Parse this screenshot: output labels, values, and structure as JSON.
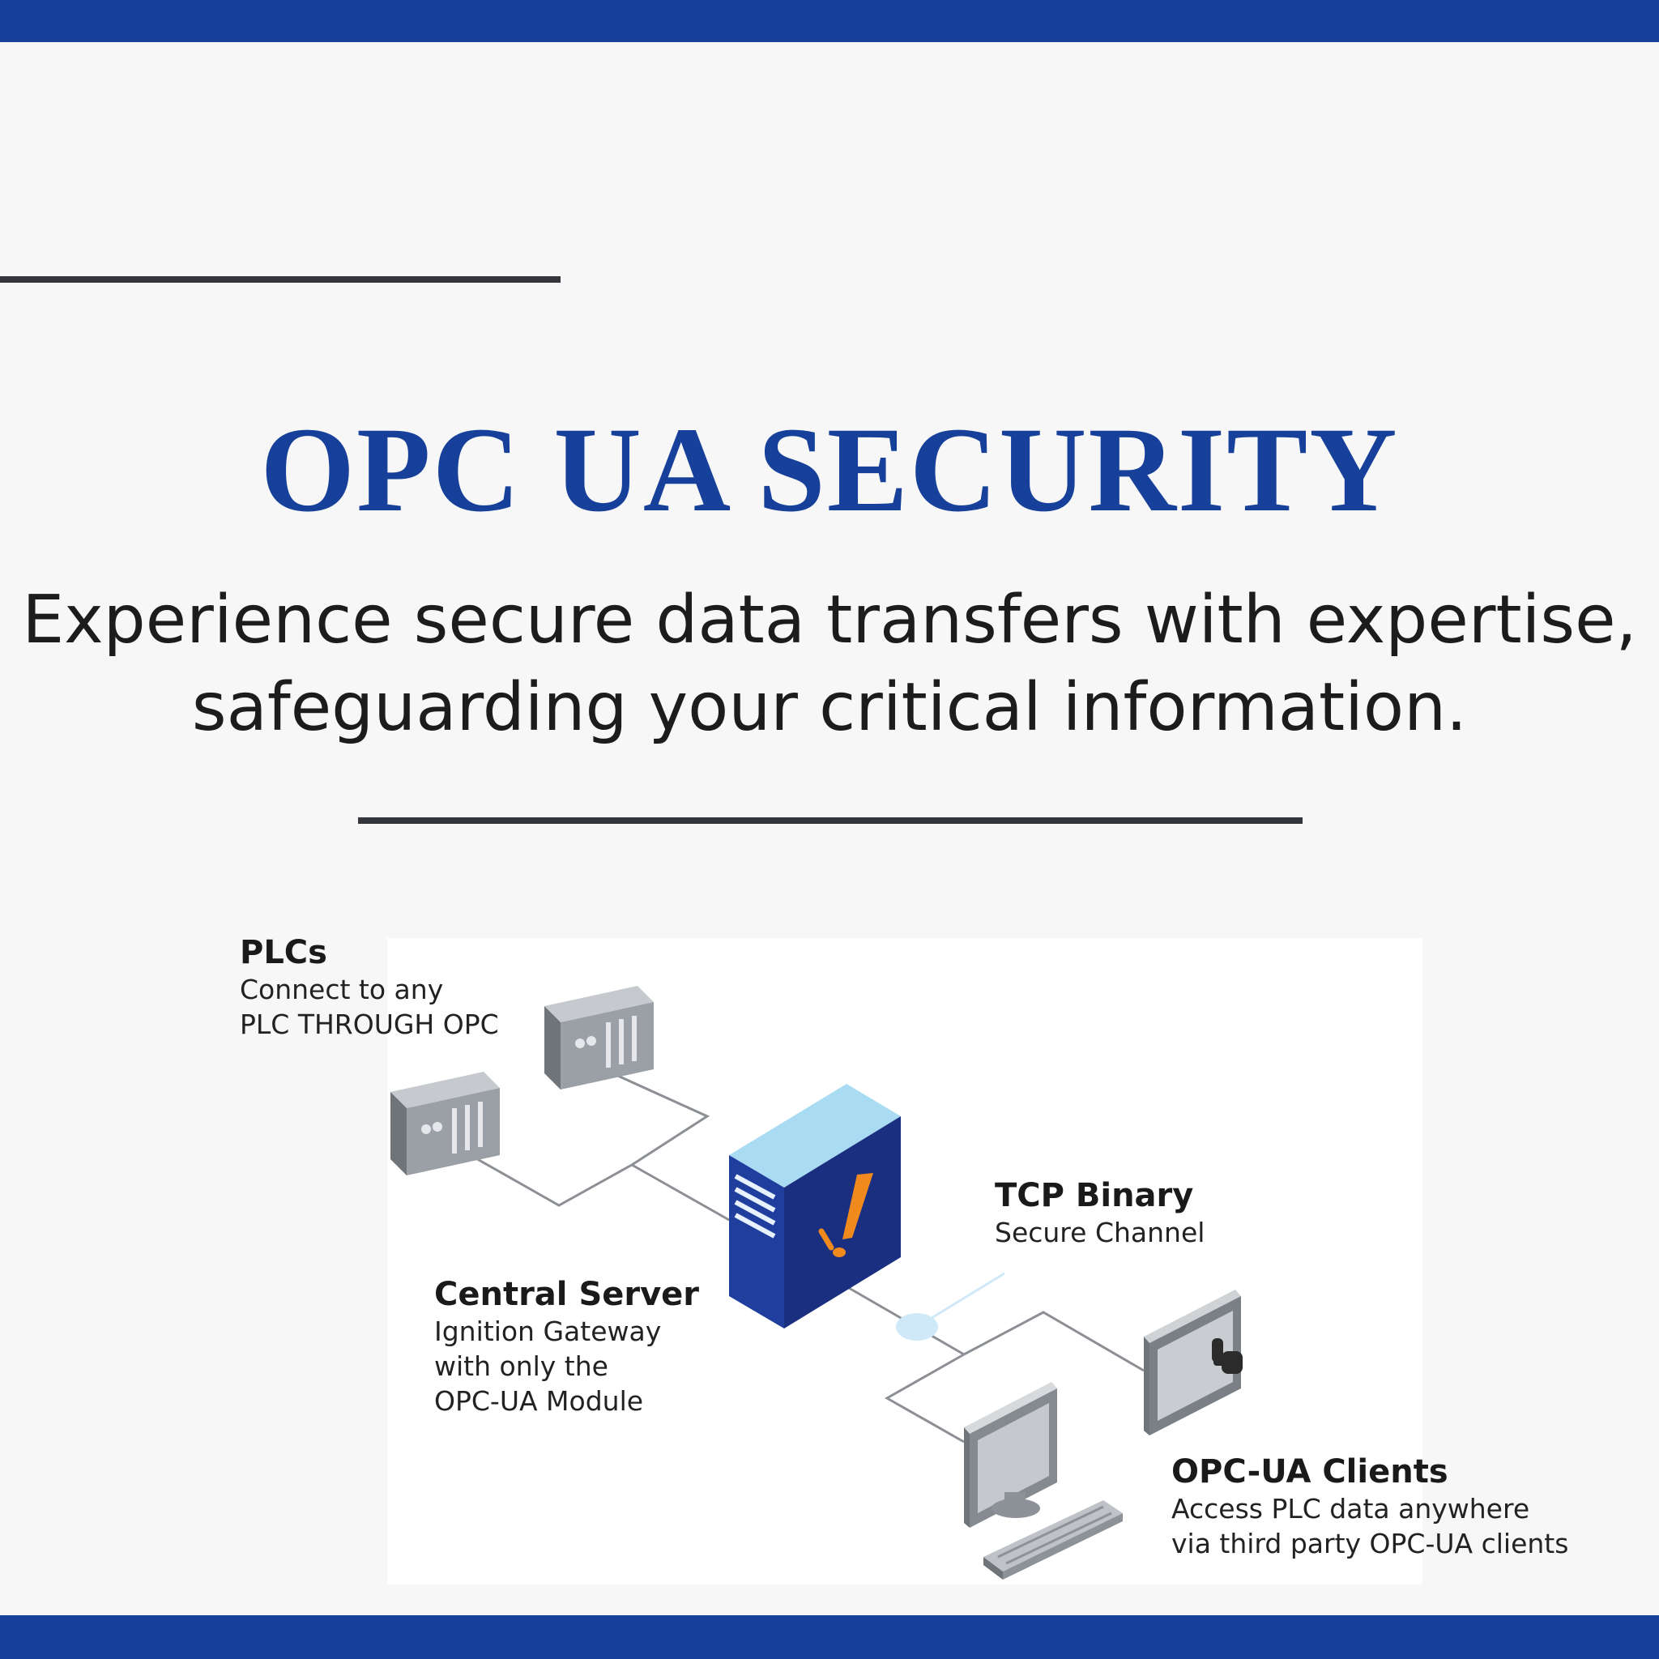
{
  "header": {
    "title": "OPC UA SECURITY",
    "subtitle_line1": "Experience secure data transfers with expertise,",
    "subtitle_line2": "safeguarding your critical information."
  },
  "diagram": {
    "plcs": {
      "heading": "PLCs",
      "line1": "Connect to any",
      "line2": "PLC THROUGH OPC"
    },
    "central_server": {
      "heading": "Central Server",
      "line1": "Ignition Gateway",
      "line2": "with only the",
      "line3": "OPC-UA Module"
    },
    "tcp": {
      "heading": "TCP Binary",
      "line1": "Secure Channel"
    },
    "clients": {
      "heading": "OPC-UA Clients",
      "line1": "Access PLC data anywhere",
      "line2": "via third party OPC-UA clients"
    }
  },
  "colors": {
    "brand_blue": "#16409a",
    "rule_dark": "#35353c",
    "server_blue": "#1f3e9e",
    "server_top": "#a9dbf2",
    "accent_orange": "#f08a1e"
  }
}
